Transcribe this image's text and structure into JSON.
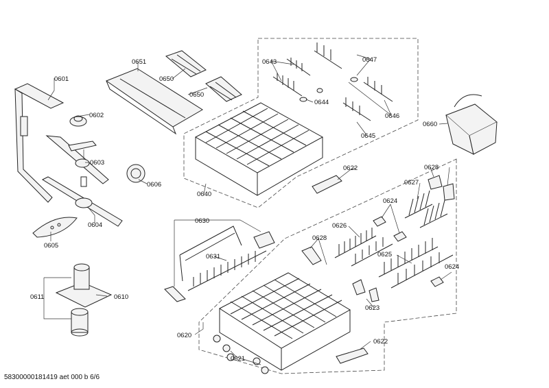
{
  "labels": {
    "p0601": "0601",
    "p0602": "0602",
    "p0603": "0603",
    "p0604": "0604",
    "p0605": "0605",
    "p0606": "0606",
    "p0610": "0610",
    "p0611": "0611",
    "p0620": "0620",
    "p0621": "0621",
    "p0622a": "0622",
    "p0622b": "0622",
    "p0623": "0623",
    "p0624a": "0624",
    "p0624b": "0624",
    "p0625": "0625",
    "p0626": "0626",
    "p0627": "0627",
    "p0628a": "0628",
    "p0628b": "0628",
    "p0630": "0630",
    "p0631": "0631",
    "p0640": "0640",
    "p0643": "0643",
    "p0644": "0644",
    "p0645": "0645",
    "p0646": "0646",
    "p0647": "0647",
    "p0650a": "0650",
    "p0650b": "0650",
    "p0651": "0651",
    "p0660": "0660"
  },
  "footer": "58300000181419 aet 000 b 6/6"
}
